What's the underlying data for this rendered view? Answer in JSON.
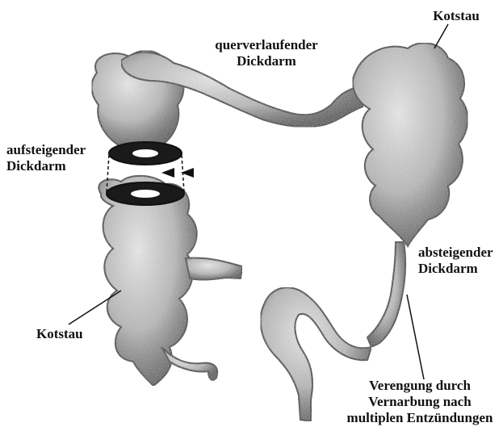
{
  "labels": {
    "kotstau_top": "Kotstau",
    "querverlaufender_line1": "querverlaufender",
    "querverlaufender_line2": "Dickdarm",
    "aufsteigender_line1": "aufsteigender",
    "aufsteigender_line2": "Dickdarm",
    "absteigender_line1": "absteigender",
    "absteigender_line2": "Dickdarm",
    "kotstau_left": "Kotstau",
    "verengung_line1": "Verengung durch",
    "verengung_line2": "Vernarbung nach",
    "verengung_line3": "multiplen Entzündungen"
  },
  "colors": {
    "ink": "#111111",
    "tissue_light": "#dcdcdc",
    "tissue_mid": "#9a9a9a",
    "tissue_dark": "#3a3a3a",
    "background": "#ffffff"
  }
}
